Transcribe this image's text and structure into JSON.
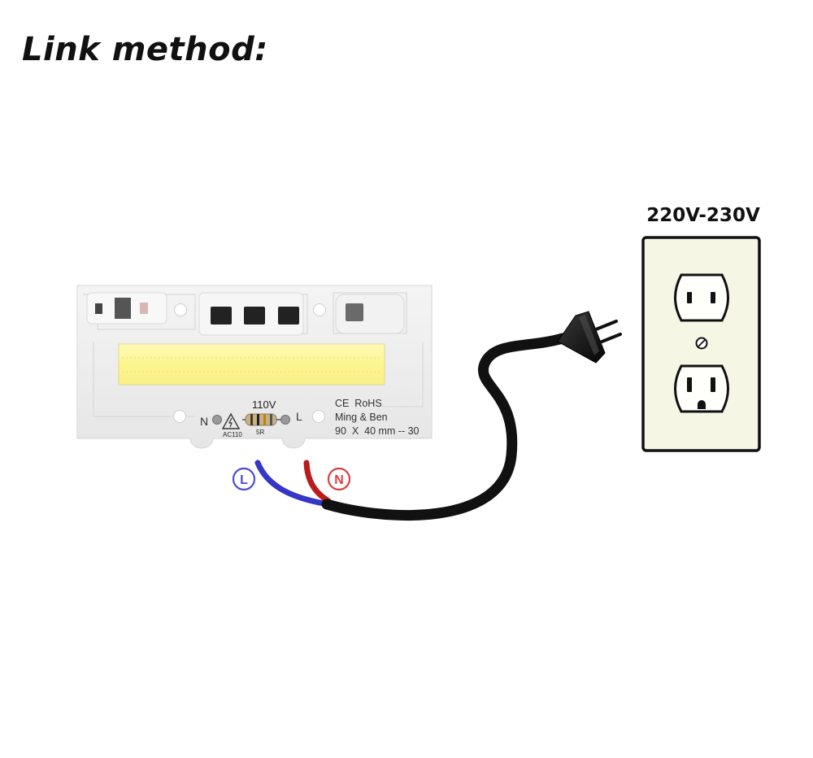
{
  "title": "Link method:",
  "outlet": {
    "voltage_label": "220V-230V"
  },
  "led_module": {
    "voltage_marking": "110V",
    "certifications": "CE  RoHS",
    "brand": "Ming & Ben",
    "dimensions": "90  X  40 mm -- 30",
    "pad_left_label": "N",
    "pad_right_label": "L",
    "warning_marking": "AC110",
    "resistor_marking": "5R"
  },
  "wires": {
    "left_label": "L",
    "right_label": "N",
    "colors": {
      "live_wire": "#3535c8",
      "neutral_wire": "#b81c1c",
      "cable": "#111111",
      "live_badge": "#4d4dd6",
      "neutral_badge": "#d94242"
    }
  },
  "colors": {
    "led_strip": "#fcf7a6",
    "pcb": "#eeeeee",
    "outlet_plate": "#f6f6e4",
    "outlet_face": "#fffffb"
  },
  "icons": {
    "warning": "warning-triangle-icon",
    "plug": "plug-icon",
    "outlet": "outlet-icon"
  }
}
